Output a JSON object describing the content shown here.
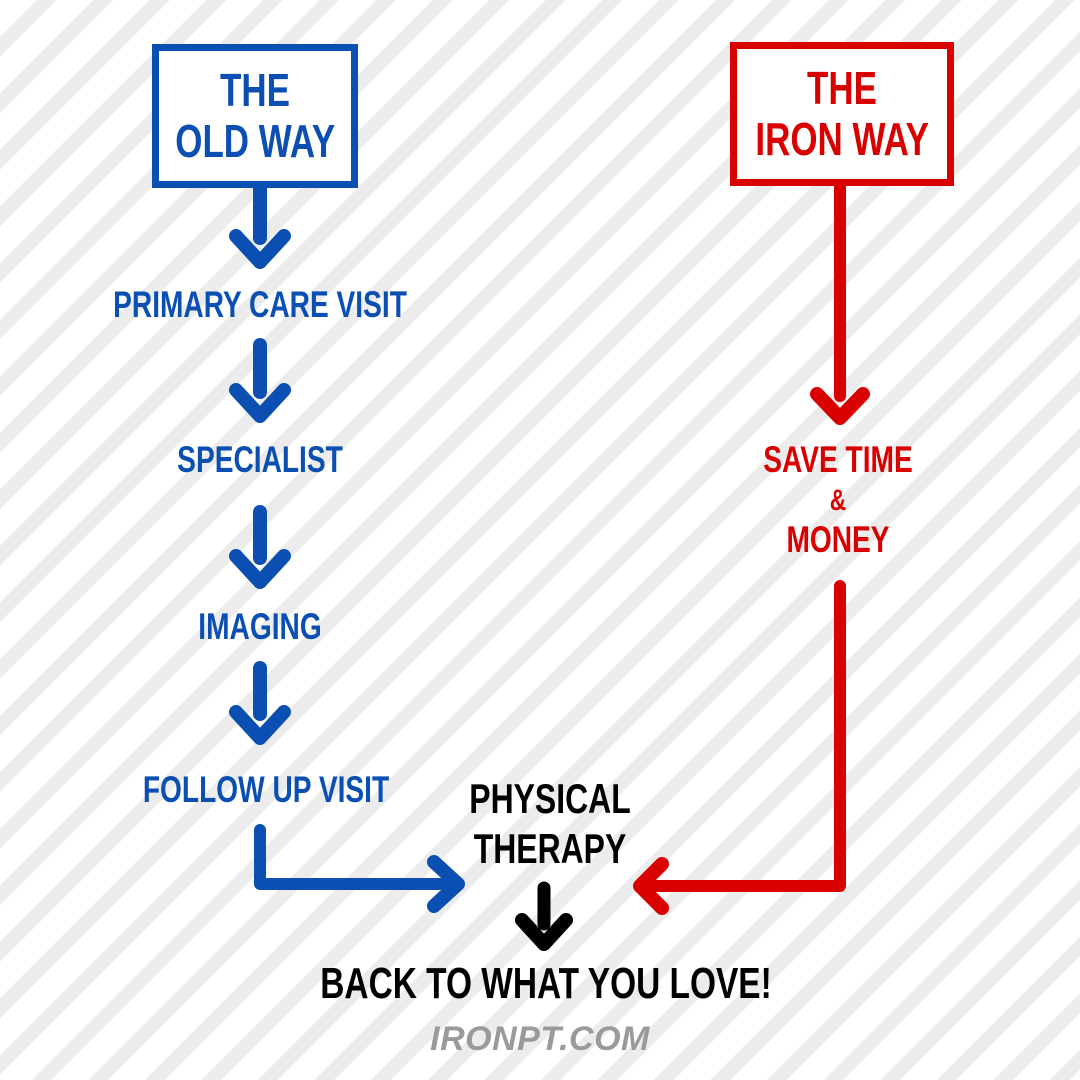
{
  "colors": {
    "old_way": "#0b4fb3",
    "iron_way": "#d90000",
    "final": "#000000",
    "footer": "#9a9a9a"
  },
  "old_way": {
    "title_line1": "THE",
    "title_line2": "OLD WAY",
    "steps": [
      "PRIMARY CARE VISIT",
      "SPECIALIST",
      "IMAGING",
      "FOLLOW UP VISIT"
    ]
  },
  "iron_way": {
    "title_line1": "THE",
    "title_line2": "IRON WAY",
    "step_line1": "SAVE TIME",
    "step_line2": "&",
    "step_line3": "MONEY"
  },
  "destination": {
    "line1": "PHYSICAL",
    "line2": "THERAPY"
  },
  "outcome": "BACK TO WHAT YOU LOVE!",
  "footer": "IRONPT.COM"
}
